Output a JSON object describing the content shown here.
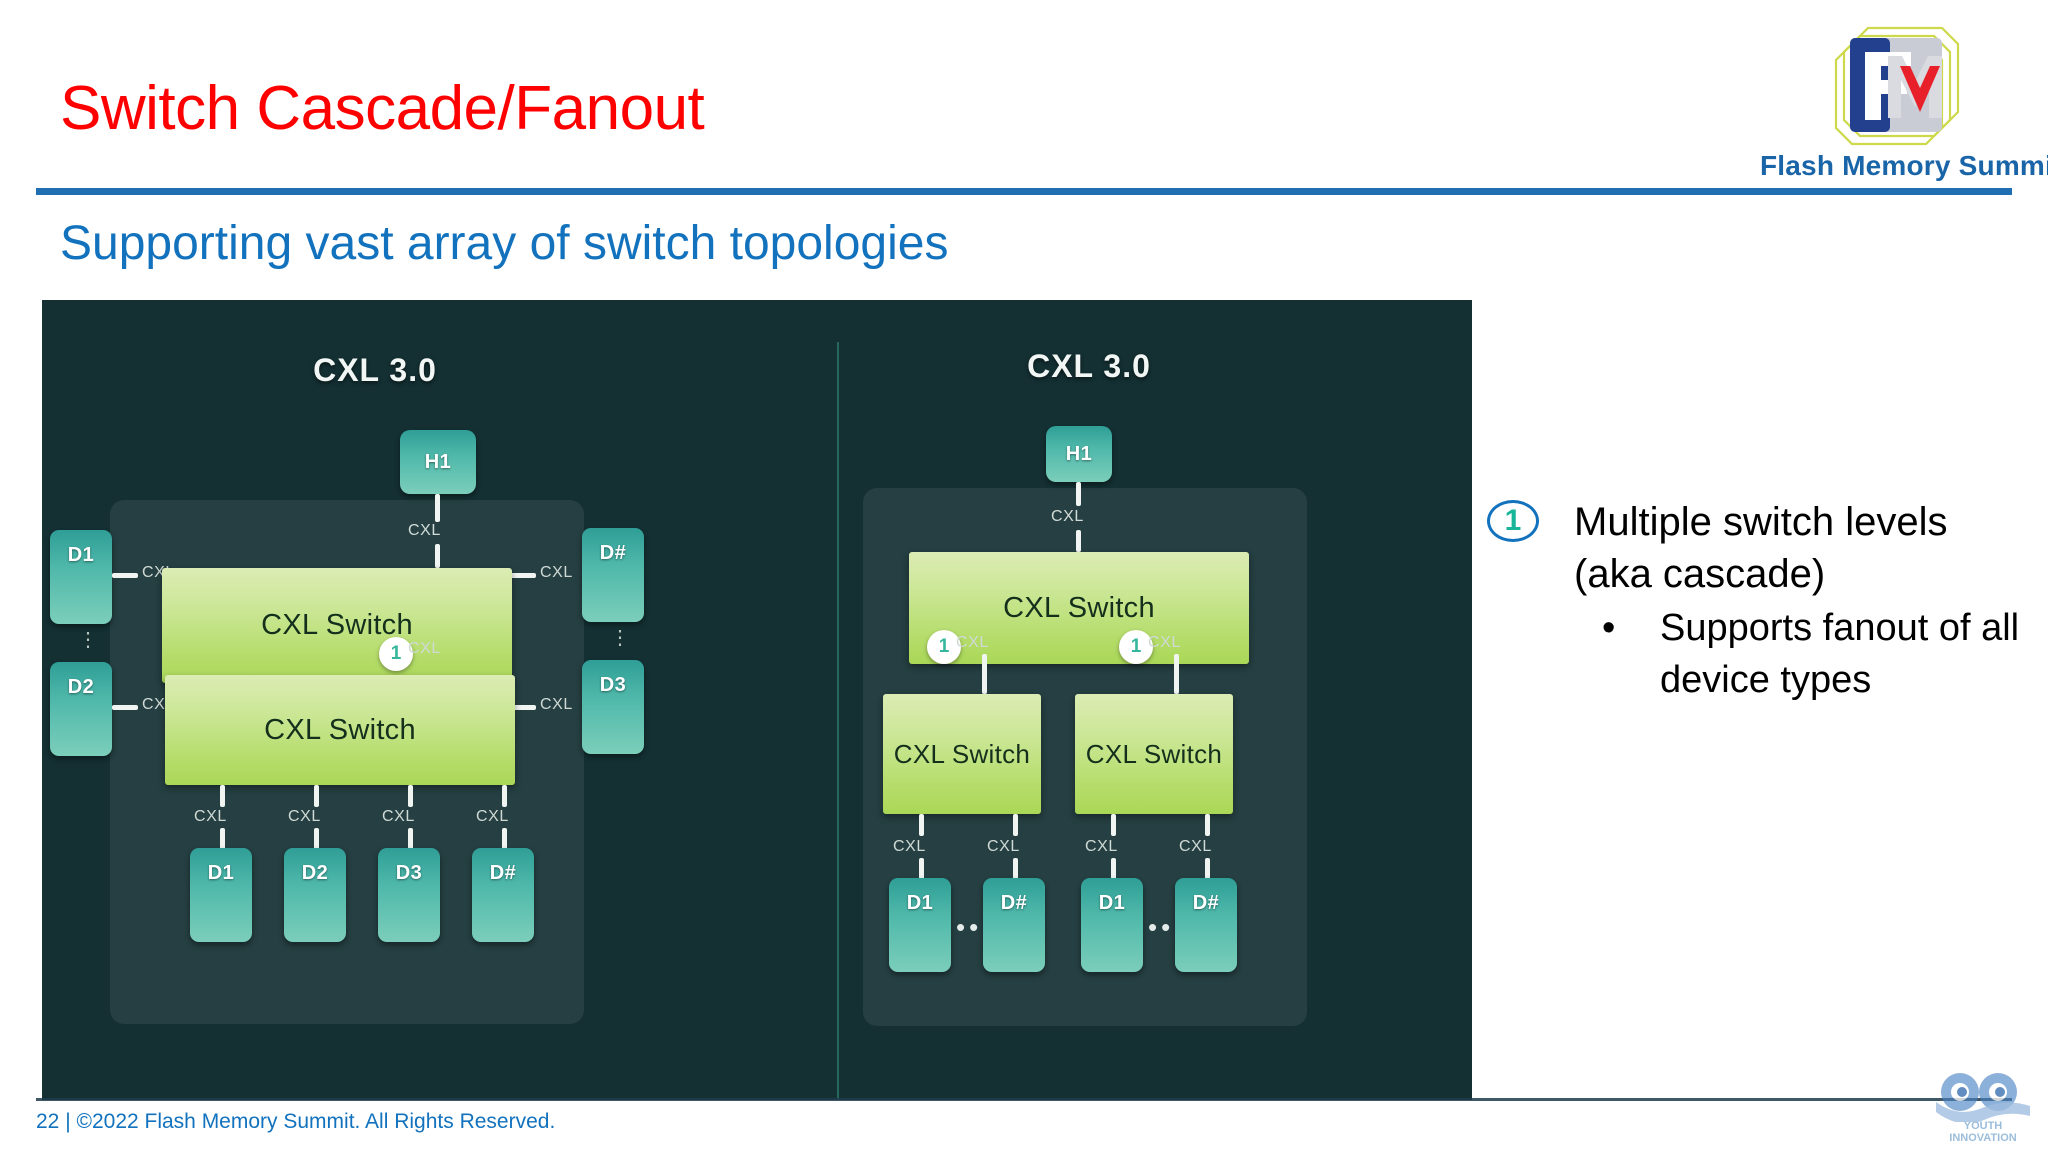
{
  "header": {
    "title": "Switch Cascade/Fanout",
    "subtitle": "Supporting vast array of switch topologies",
    "title_color": "#ff0000",
    "subtitle_color": "#1272bd",
    "rule_color": "#1f6fb2"
  },
  "brand": {
    "logo_mark": "fms-logo-icon",
    "logo_text": "Flash Memory Summit",
    "logo_color": "#1a64a8"
  },
  "diagram": {
    "background_color": "#143033",
    "switch_fill_top": "#dcecb4",
    "switch_fill_bottom": "#aad757",
    "device_fill_top": "#2f9e96",
    "device_fill_bottom": "#7bceba",
    "link_label": "CXL",
    "badge_number": "1",
    "left": {
      "heading": "CXL 3.0",
      "host": "H1",
      "host_link_label": "CXL",
      "left_devices": [
        "D1",
        "D2"
      ],
      "left_link_labels": [
        "CXL",
        "CXL"
      ],
      "right_devices": [
        "D#",
        "D3"
      ],
      "right_link_labels": [
        "CXL",
        "CXL"
      ],
      "top_switch": "CXL Switch",
      "bottom_switch": "CXL Switch",
      "cascade_link_label": "CXL",
      "cascade_badge": "1",
      "bottom_devices": [
        "D1",
        "D2",
        "D3",
        "D#"
      ],
      "bottom_link_labels": [
        "CXL",
        "CXL",
        "CXL",
        "CXL"
      ]
    },
    "right": {
      "heading": "CXL 3.0",
      "host": "H1",
      "host_link_label": "CXL",
      "top_switch": "CXL Switch",
      "cascade_badges": [
        "1",
        "1"
      ],
      "cascade_link_labels": [
        "CXL",
        "CXL"
      ],
      "sub_switches": [
        "CXL Switch",
        "CXL Switch"
      ],
      "leaf_link_labels": [
        "CXL",
        "CXL",
        "CXL",
        "CXL"
      ],
      "leaf_devices_a": [
        "D1",
        "D#"
      ],
      "leaf_devices_b": [
        "D1",
        "D#"
      ],
      "ellipsis": "••••"
    }
  },
  "callout": {
    "number": "1",
    "title": "Multiple switch levels (aka cascade)",
    "bullet_marker": "•",
    "bullet_text": "Supports fanout of all device types",
    "badge_ring_color": "#1272bd",
    "badge_number_color": "#18b598"
  },
  "footer": {
    "text": "22 | ©2022 Flash Memory Summit. All Rights Reserved.",
    "color": "#1272bd",
    "logo_line1": "YOUTH",
    "logo_line2": "INNOVATION"
  }
}
